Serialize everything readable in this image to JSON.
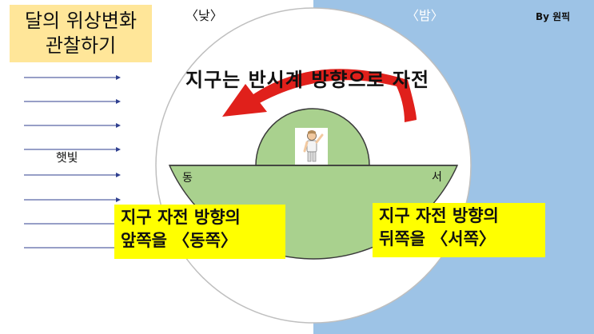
{
  "title": {
    "line1": "달의 위상변화",
    "line2": "관찰하기"
  },
  "labels": {
    "day": "〈낮〉",
    "night": "〈밤〉",
    "credit": "By 원픽"
  },
  "rotation_label": "지구는 반시계 방향으로 자전",
  "sunlight_label": "햇빛",
  "directions": {
    "east": "동",
    "west": "서"
  },
  "callouts": {
    "east": {
      "line1": "지구 자전 방향의",
      "line2": "앞쪽을 〈동쪽〉"
    },
    "west": {
      "line1": "지구 자전 방향의",
      "line2": "뒤쪽을 〈서쪽〉"
    }
  },
  "colors": {
    "night_sky": "#9dc3e6",
    "ground": "#a9d18e",
    "title_bg": "#ffe699",
    "callout_bg": "#ffff00",
    "rotation_arrow": "#e0201b",
    "sun_ray": "#2f3f8f"
  },
  "icons": [
    "sun-ray-arrow-icon",
    "rotation-arrow-icon",
    "observer-person-icon"
  ]
}
